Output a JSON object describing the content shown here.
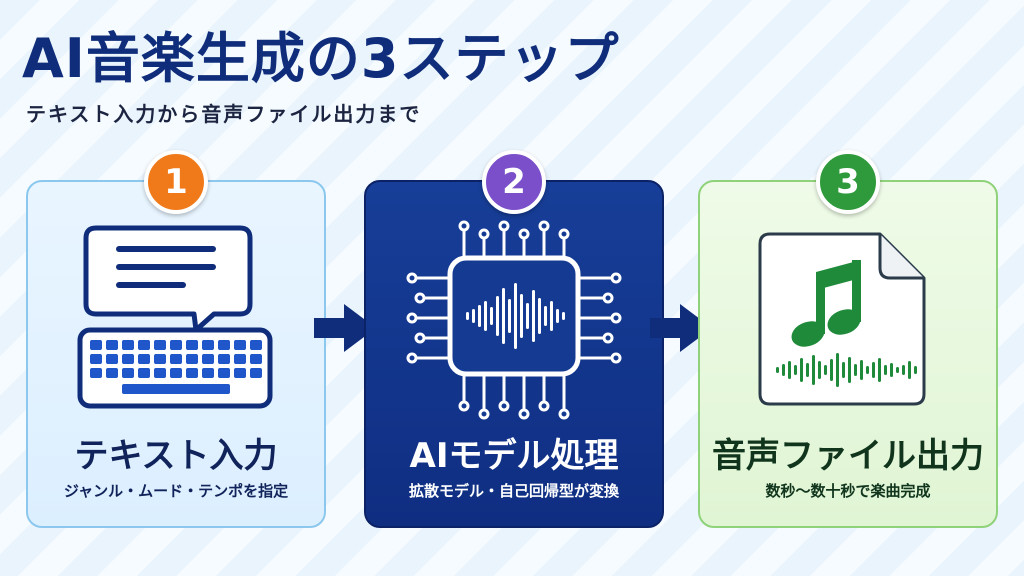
{
  "header": {
    "title": "AI音楽生成の3ステップ",
    "subtitle": "テキスト入力から音声ファイル出力まで"
  },
  "steps": [
    {
      "number": "1",
      "title": "テキスト入力",
      "description": "ジャンル・ムード・テンポを指定",
      "icon": "chat-keyboard-icon",
      "badge_color": "#f07a1a"
    },
    {
      "number": "2",
      "title": "AIモデル処理",
      "description": "拡散モデル・自己回帰型が変換",
      "icon": "ai-chip-waveform-icon",
      "badge_color": "#7b4fc9"
    },
    {
      "number": "3",
      "title": "音声ファイル出力",
      "description": "数秒〜数十秒で楽曲完成",
      "icon": "music-file-icon",
      "badge_color": "#2f9a3c"
    }
  ],
  "colors": {
    "title": "#0f2d7a",
    "arrow": "#0f2d7a",
    "step1_accent": "#1f56c9",
    "step2_bg": "#143a92",
    "step3_accent": "#1f8a3a"
  }
}
